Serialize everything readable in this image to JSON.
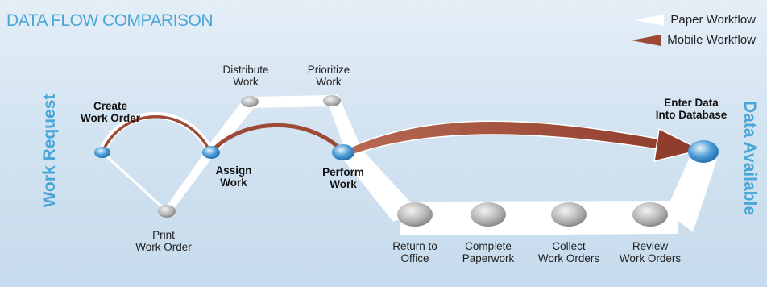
{
  "title": "DATA FLOW COMPARISON",
  "legend": [
    {
      "label": "Paper Workflow",
      "color": "#ffffff"
    },
    {
      "label": "Mobile Workflow",
      "color": "#9c4a35"
    }
  ],
  "side_labels": {
    "left": "Work Request",
    "right": "Data Available"
  },
  "steps": {
    "create": "Create\nWork Order",
    "print": "Print\nWork Order",
    "assign": "Assign\nWork",
    "distribute": "Distribute\nWork",
    "prioritize": "Prioritize\nWork",
    "perform": "Perform\nWork",
    "return": "Return to\nOffice",
    "paperwork": "Complete\nPaperwork",
    "collect": "Collect\nWork Orders",
    "review": "Review\nWork Orders",
    "enter": "Enter Data\nInto Database"
  },
  "colors": {
    "title_blue": "#4aa6d6",
    "mobile_arrow": "#9c4a35",
    "paper_path": "#ffffff",
    "node_blue": "#3d8fd0",
    "node_gray": "#a9a9a9"
  }
}
